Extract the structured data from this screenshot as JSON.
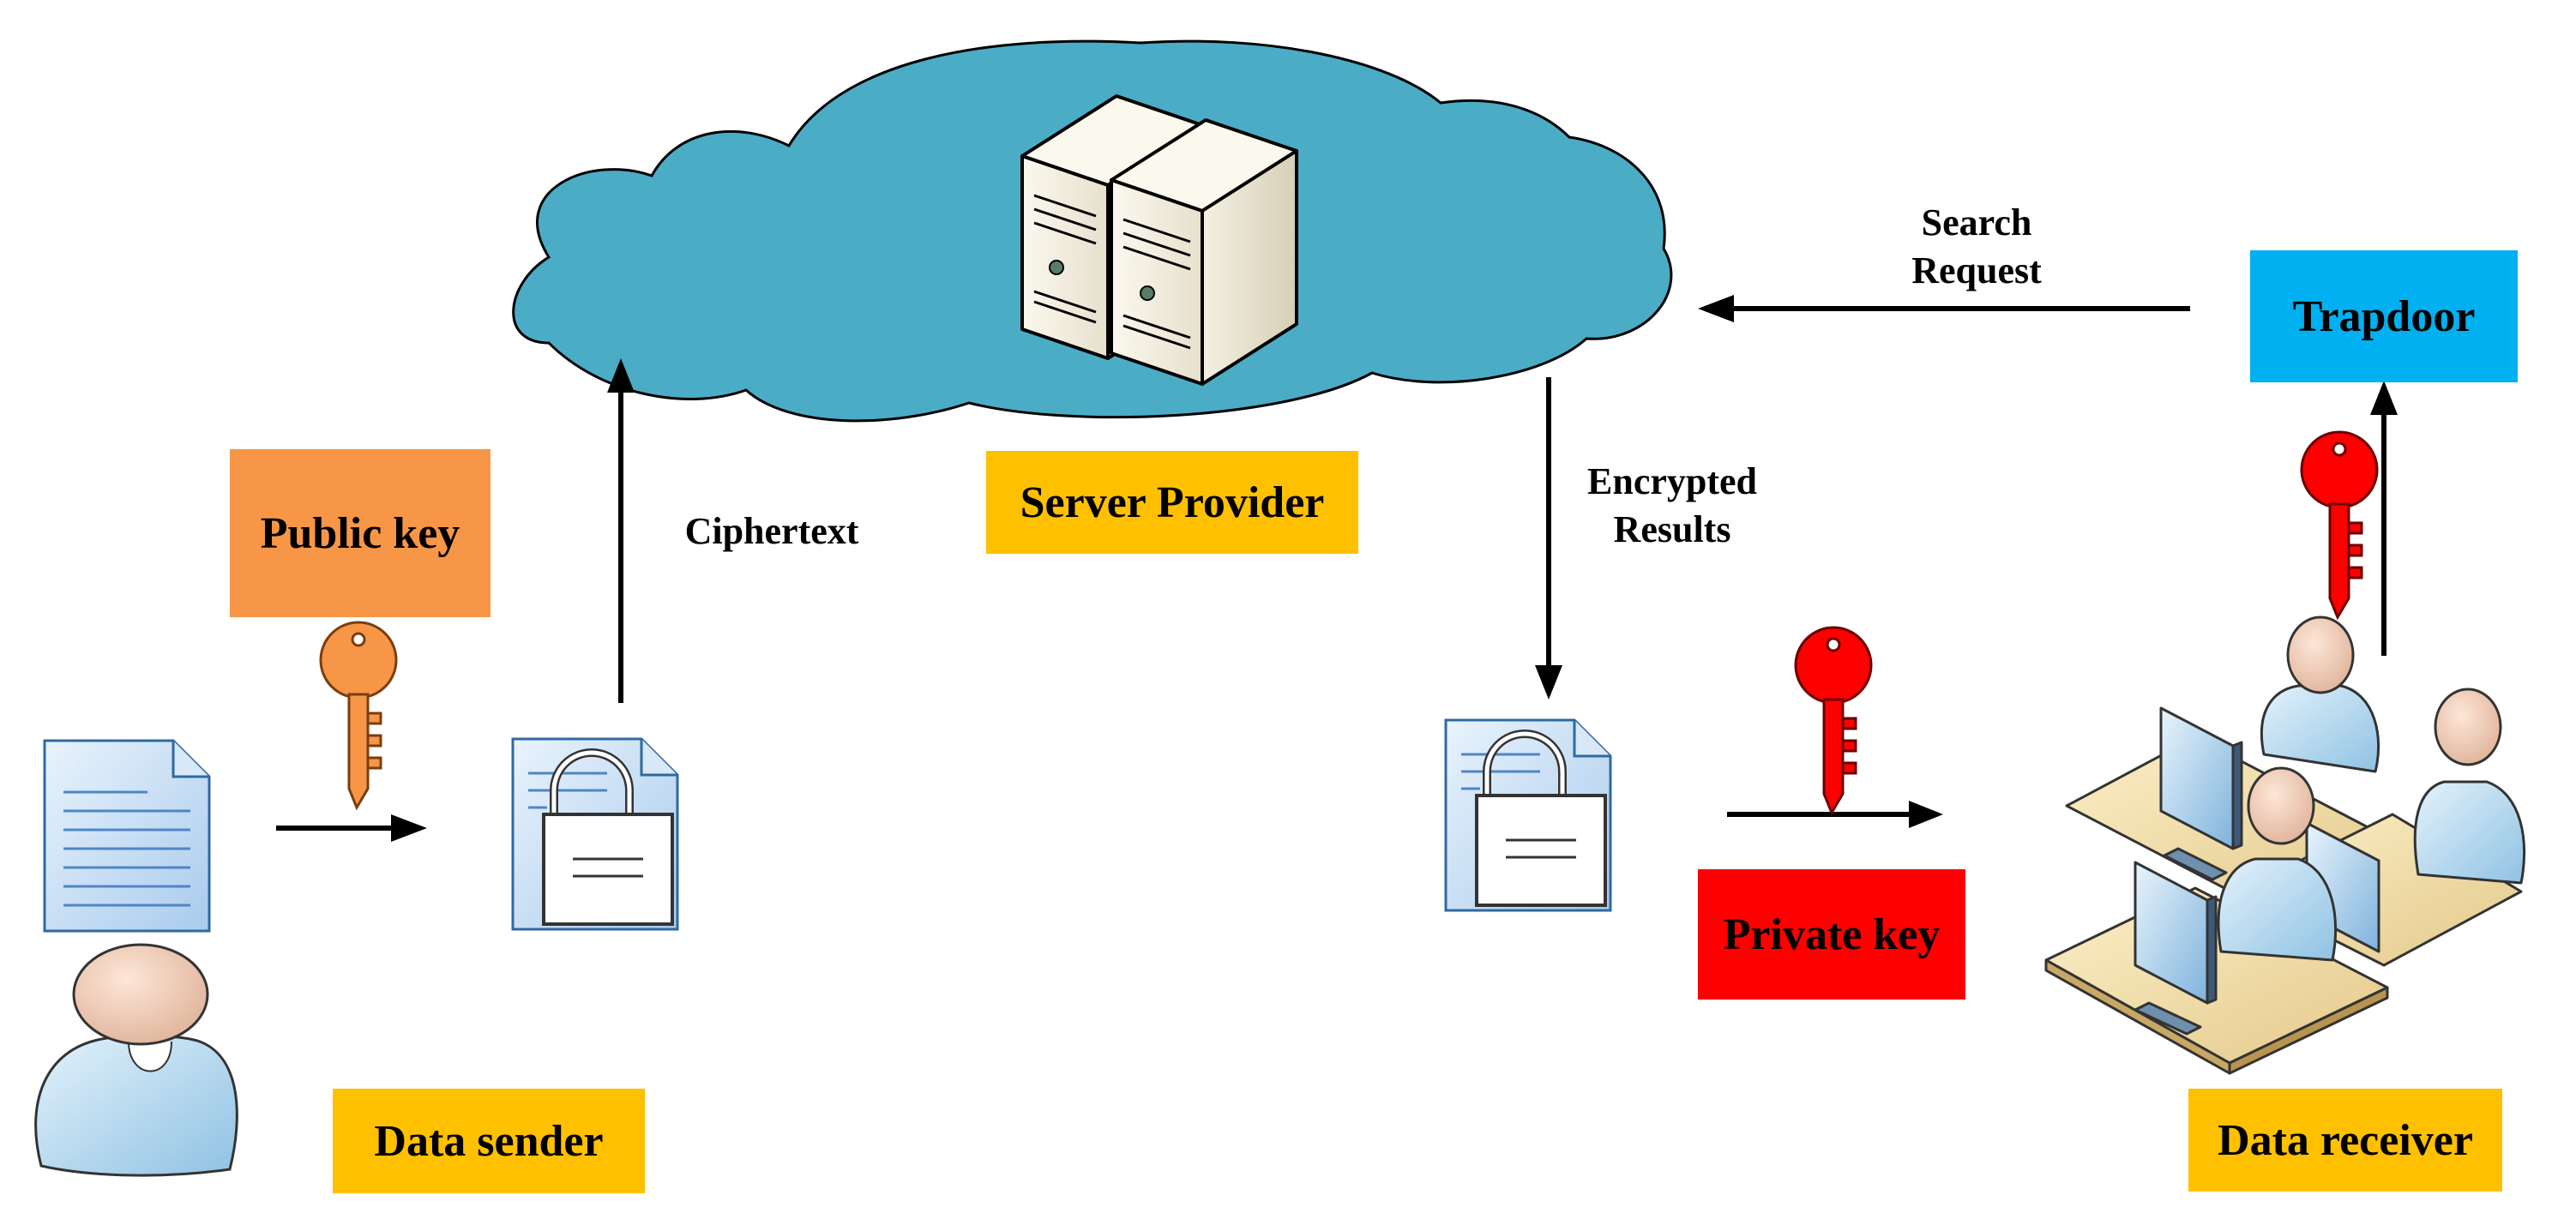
{
  "colors": {
    "cloud": "#4BACC6",
    "public_key_box": "#F79646",
    "private_key_box": "#FF0000",
    "trapdoor_box": "#00B0F0",
    "role_box": "#FFC000",
    "orange_key": "#F79646",
    "red_key": "#FF0000",
    "arrow": "#000000"
  },
  "icons": {
    "server": "server-icon",
    "public_key": "key-icon",
    "private_key": "key-icon",
    "trapdoor_key": "key-icon",
    "plain_document": "document-icon",
    "encrypted_document": "locked-document-icon",
    "sender": "user-icon",
    "receivers": "workstation-group-icon"
  },
  "labels": {
    "server_provider": "Server Provider",
    "public_key": "Public key",
    "private_key": "Private key",
    "trapdoor": "Trapdoor",
    "data_sender": "Data sender",
    "data_receiver": "Data receiver",
    "ciphertext": "Ciphertext",
    "search_request": [
      "Search",
      "Request"
    ],
    "encrypted_results": [
      "Encrypted",
      "Results"
    ]
  }
}
